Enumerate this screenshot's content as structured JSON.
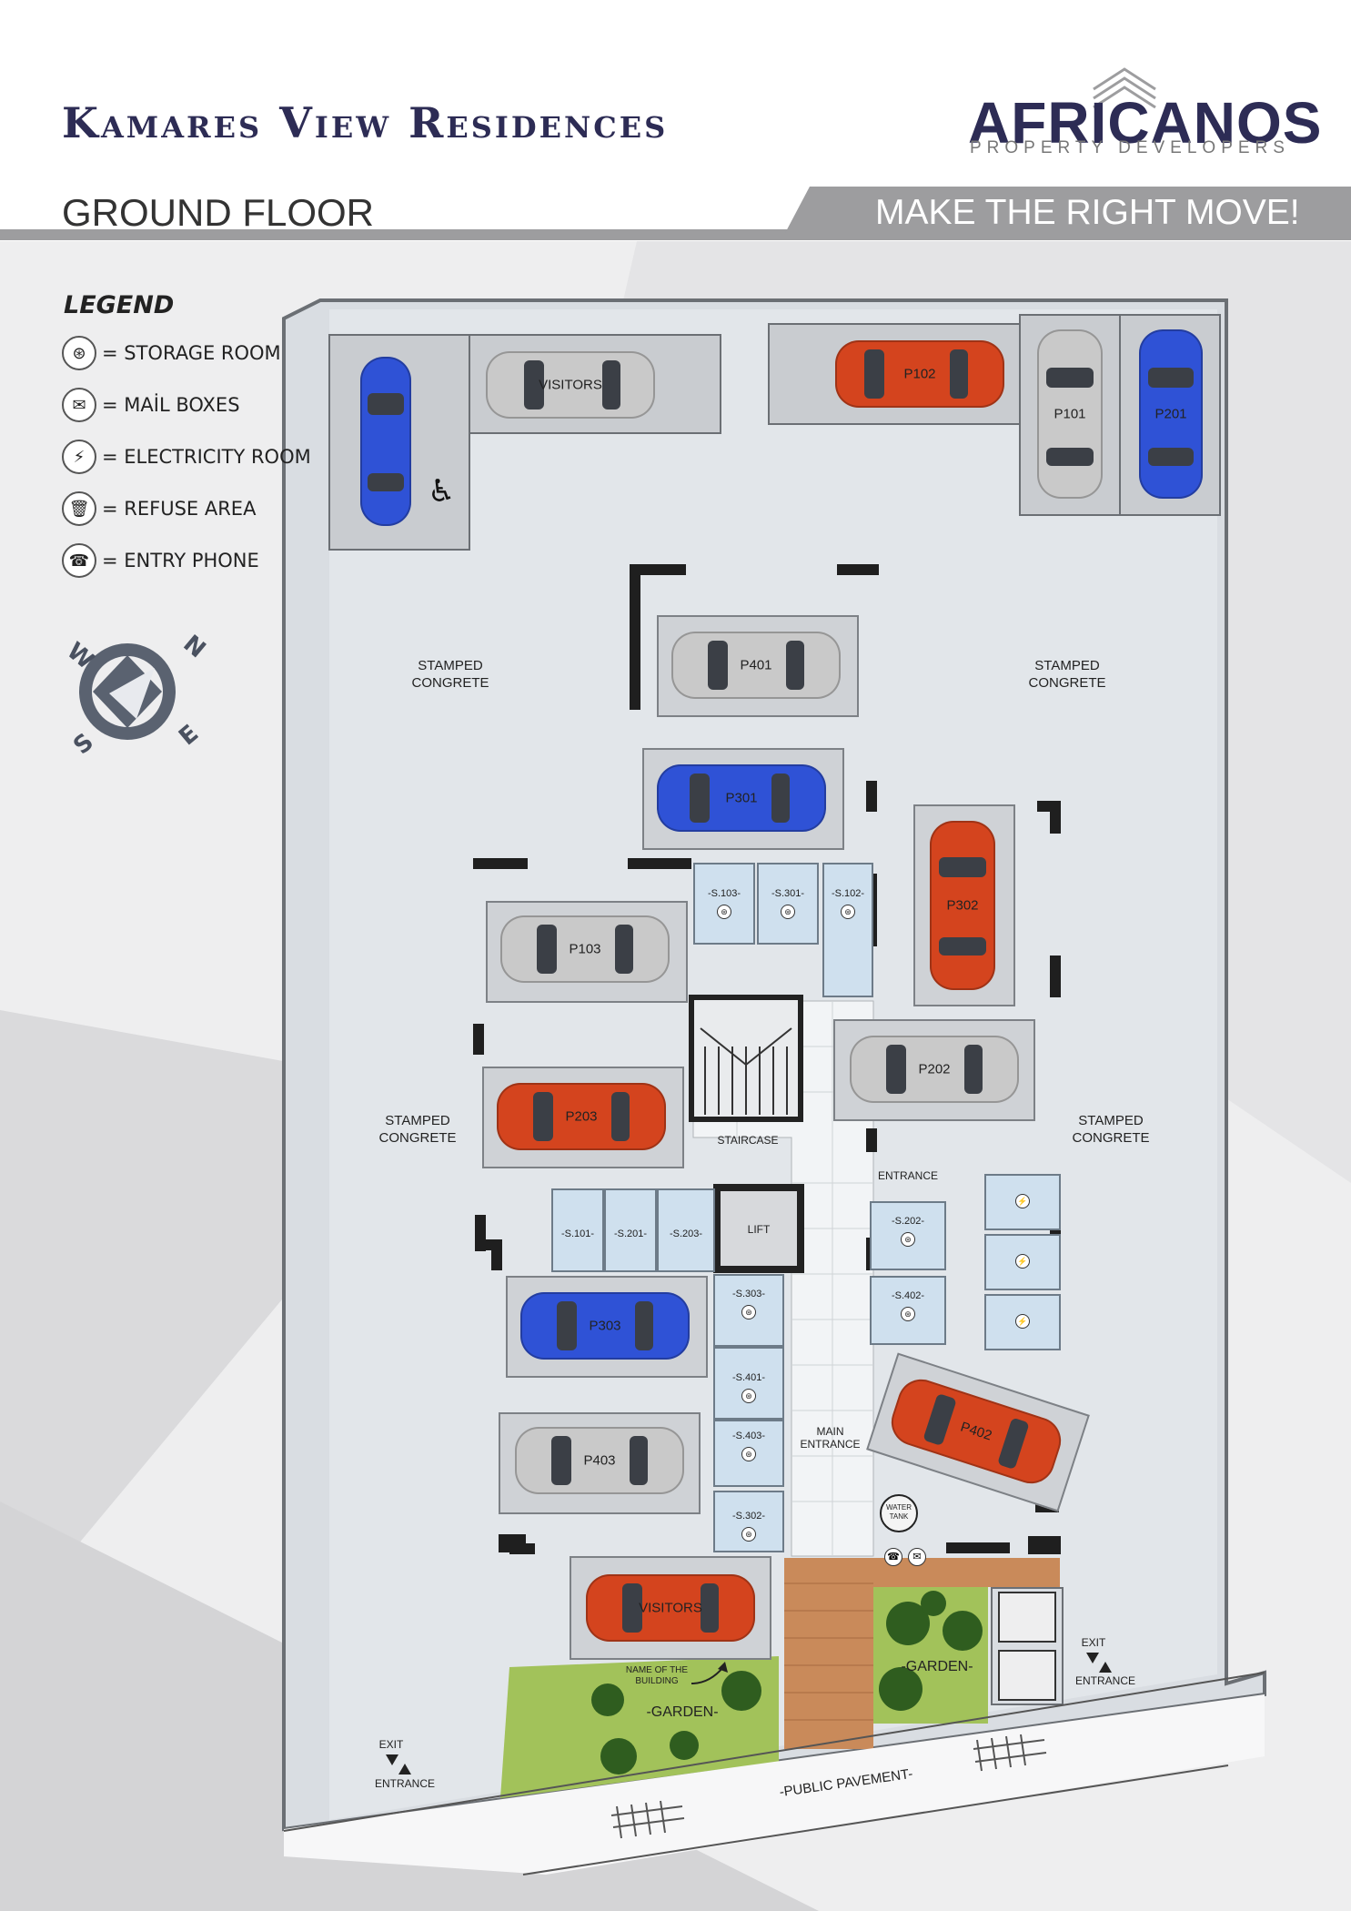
{
  "header": {
    "title": "Kamares View Residences",
    "floor": "GROUND FLOOR",
    "logo": "AFRICANOS",
    "logo_sub": "PROPERTY DEVELOPERS",
    "slogan": "MAKE THE RIGHT MOVE!"
  },
  "legend": {
    "title": "LEGEND",
    "items": [
      {
        "icon": "storage-icon",
        "label": "= STORAGE ROOM"
      },
      {
        "icon": "mail-icon",
        "label": "= MAİL BOXES"
      },
      {
        "icon": "lightning-icon",
        "label": "= ELECTRICITY ROOM"
      },
      {
        "icon": "trash-icon",
        "label": "= REFUSE AREA"
      },
      {
        "icon": "entry-phone-icon",
        "label": "= ENTRY PHONE"
      }
    ]
  },
  "compass": {
    "n": "N",
    "e": "E",
    "s": "S",
    "w": "W"
  },
  "areas": {
    "stamped_1": "STAMPED CONGRETE",
    "stamped_2": "STAMPED CONGRETE",
    "stamped_3": "STAMPED CONGRETE",
    "stamped_4": "STAMPED CONGRETE",
    "staircase": "STAIRCASE",
    "lift": "LIFT",
    "entrance": "ENTRANCE",
    "main_entrance": "MAIN ENTRANCE",
    "water_tank": "WATER TANK",
    "garden_1": "-GARDEN-",
    "garden_2": "-GARDEN-",
    "name_of_building": "NAME OF THE BUILDING",
    "public_pavement": "-PUBLIC PAVEMENT-",
    "exit_left": "EXIT",
    "entrance_left": "ENTRANCE",
    "exit_right": "EXIT",
    "entrance_right": "ENTRANCE"
  },
  "cars": {
    "visitors_top": "VISITORS",
    "p102": "P102",
    "p101": "P101",
    "p201": "P201",
    "p401": "P401",
    "p301": "P301",
    "p302": "P302",
    "p103": "P103",
    "p202": "P202",
    "p203": "P203",
    "p303": "P303",
    "p402": "P402",
    "p403": "P403",
    "visitors_bottom": "VISITORS"
  },
  "storage": {
    "s103": "-S.103-",
    "s301": "-S.301-",
    "s102": "-S.102-",
    "s101": "-S.101-",
    "s201": "-S.201-",
    "s203": "-S.203-",
    "s202": "-S.202-",
    "s402": "-S.402-",
    "s303": "-S.303-",
    "s401": "-S.401-",
    "s403": "-S.403-",
    "s302": "-S.302-"
  },
  "colors": {
    "brand_navy": "#2d2c55",
    "car_blue": "#2f52d6",
    "car_red": "#d4441e",
    "car_gray": "#c9c9c9",
    "storage_blue": "#cfe0ee",
    "garden_green": "#a2c25a",
    "brick": "#c98a5a"
  }
}
